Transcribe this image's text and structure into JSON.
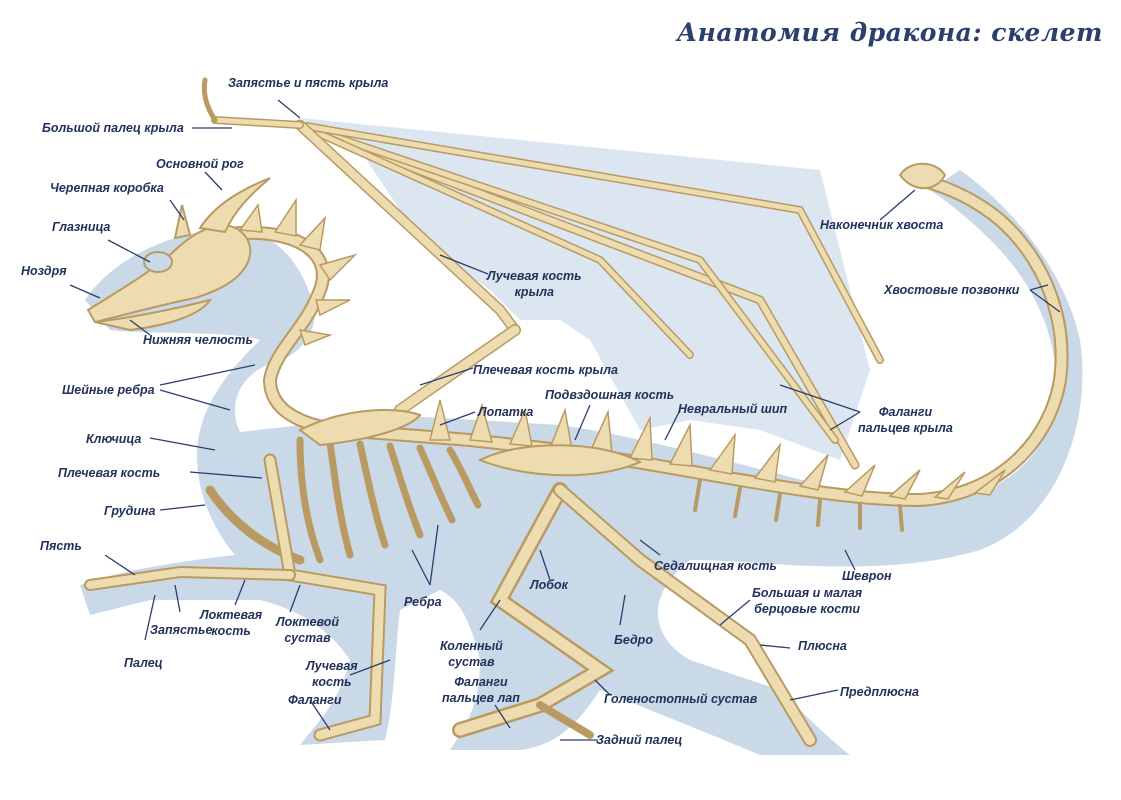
{
  "title": "Анатомия дракона: скелет",
  "colors": {
    "bone": "#eddcb0",
    "bone_edge": "#b99a62",
    "silhouette": "#cad9e8",
    "membrane": "#dbe6f1",
    "line": "#2c3e6e",
    "text": "#23325c"
  },
  "labels": {
    "wrist_metacarpus": "Запястье и пясть крыла",
    "wing_thumb": "Большой палец крыла",
    "main_horn": "Основной рог",
    "braincase": "Черепная коробка",
    "orbit": "Глазница",
    "nostril": "Ноздря",
    "lower_jaw": "Нижняя челюсть",
    "cervical_ribs": "Шейные ребра",
    "clavicle": "Ключица",
    "humerus": "Плечевая кость",
    "sternum": "Грудина",
    "metacarpus": "Пясть",
    "carpus": "Запястье",
    "digit": "Палец",
    "ulna_line1": "Локтевая",
    "ulna_line2": "кость",
    "elbow_line1": "Локтевой",
    "elbow_line2": "сустав",
    "radius_line1": "Лучевая",
    "radius_line2": "кость",
    "phalanges_front": "Фаланги",
    "ribs": "Ребра",
    "knee_line1": "Коленный",
    "knee_line2": "сустав",
    "phalanges_hind_line1": "Фаланги",
    "phalanges_hind_line2": "пальцев лап",
    "hallux": "Задний палец",
    "pubis": "Лобок",
    "femur": "Бедро",
    "ankle": "Голеностопный сустав",
    "ischium": "Седалищная кость",
    "tibia_fibula_line1": "Большая и малая",
    "tibia_fibula_line2": "берцовые кости",
    "metatarsus": "Плюсна",
    "tarsus": "Предплюсна",
    "chevron": "Шеврон",
    "wing_radius_line1": "Лучевая кость",
    "wing_radius_line2": "крыла",
    "wing_humerus": "Плечевая кость крыла",
    "ilium": "Подвздошная кость",
    "scapula": "Лопатка",
    "neural_spine": "Невральный шип",
    "wing_phalanges_line1": "Фаланги",
    "wing_phalanges_line2": "пальцев крыла",
    "tail_tip": "Наконечник хвоста",
    "tail_vertebrae": "Хвостовые позвонки"
  }
}
